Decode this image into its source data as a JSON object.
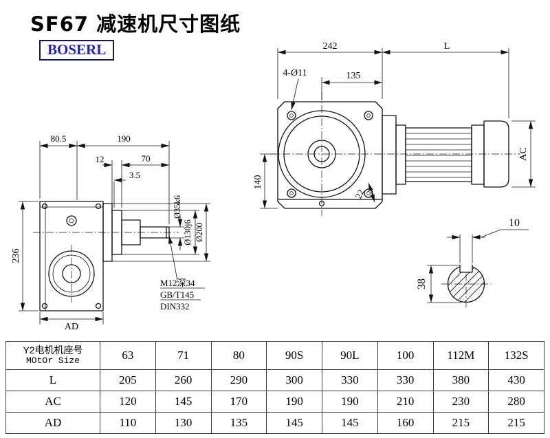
{
  "page": {
    "title": "SF67 减速机尺寸图纸",
    "logo": "BOSERL"
  },
  "front_view": {
    "dim_width": "242",
    "dim_l": "L",
    "dim_holes": "4-Ø11",
    "dim_135": "135",
    "dim_140": "140",
    "dim_22": "22",
    "dim_ac": "AC"
  },
  "side_view": {
    "dim_80_5": "80.5",
    "dim_190": "190",
    "dim_12": "12",
    "dim_70": "70",
    "dim_3_5": "3.5",
    "dim_236": "236",
    "dim_ad": "AD",
    "dim_shaft": "Ø35k6",
    "dim_boss": "Ø130j6",
    "dim_flange": "Ø200",
    "note_thread": "M12深34",
    "note_gb": "GB/T145",
    "note_din": "DIN332"
  },
  "shaft_section": {
    "dim_key_width": "10",
    "dim_height": "38"
  },
  "table": {
    "row_header": {
      "line1": "Y2电机机座号",
      "line2": "MOtOr Size"
    },
    "frames": [
      "63",
      "71",
      "80",
      "90S",
      "90L",
      "100",
      "112M",
      "132S"
    ],
    "rows": [
      {
        "label": "L",
        "values": [
          "205",
          "260",
          "290",
          "300",
          "330",
          "330",
          "380",
          "430"
        ]
      },
      {
        "label": "AC",
        "values": [
          "120",
          "145",
          "170",
          "190",
          "190",
          "210",
          "230",
          "280"
        ]
      },
      {
        "label": "AD",
        "values": [
          "110",
          "130",
          "135",
          "145",
          "145",
          "160",
          "215",
          "215"
        ]
      }
    ]
  }
}
